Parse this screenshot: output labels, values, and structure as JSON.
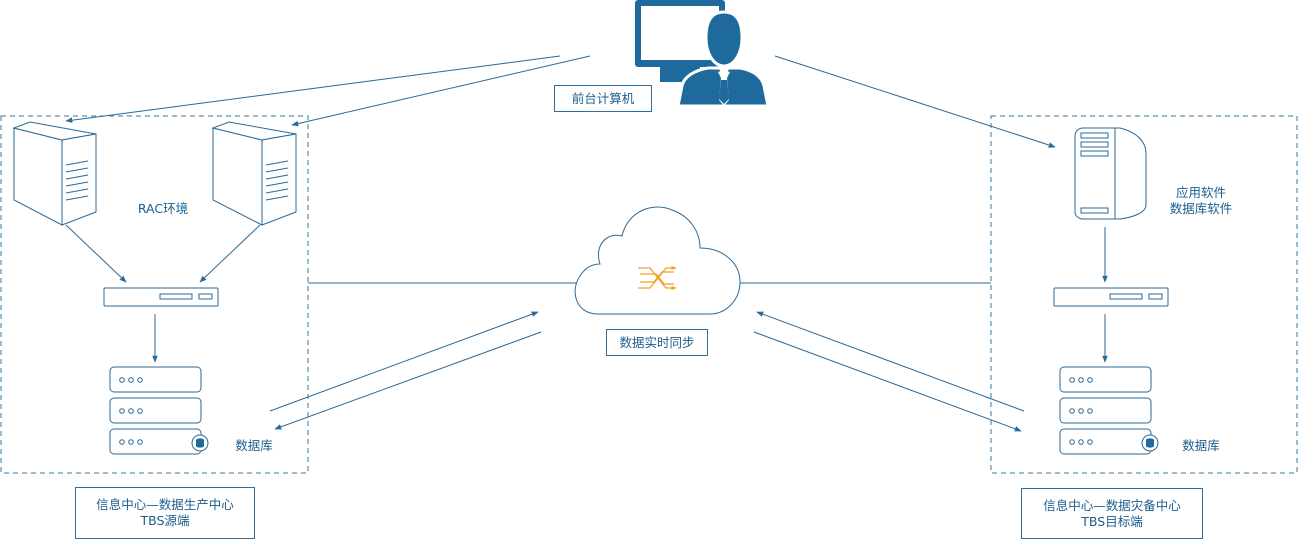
{
  "front_computer": {
    "label": "前台计算机"
  },
  "cloud": {
    "label": "数据实时同步"
  },
  "source_site": {
    "rac_label": "RAC环境",
    "db_label": "数据库",
    "caption_line1": "信息中心—数据生产中心",
    "caption_line2": "TBS源端"
  },
  "target_site": {
    "app_label_line1": "应用软件",
    "app_label_line2": "数据库软件",
    "db_label": "数据库",
    "caption_line1": "信息中心—数据灾备中心",
    "caption_line2": "TBS目标端"
  },
  "colors": {
    "primary": "#2a6a99",
    "icon_fill": "#1f6a9c",
    "accent": "#f0a020"
  }
}
